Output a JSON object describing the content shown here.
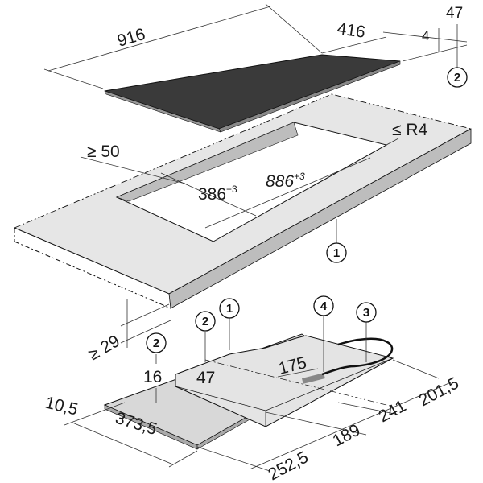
{
  "top_dims": {
    "width": "916",
    "depth": "416",
    "frame": "4",
    "height": "47"
  },
  "cutout": {
    "min_edge": "≥ 50",
    "depth": "386",
    "depth_tol": "+3",
    "width": "886",
    "width_tol": "+3",
    "radius": "≤ R4"
  },
  "worktop": {
    "min_thickness": "≥ 29"
  },
  "underside": {
    "d16": "16",
    "d47": "47",
    "d175": "175",
    "d10_5": "10,5",
    "d373_5": "373,5",
    "d252_5": "252,5",
    "d189": "189",
    "d241": "241",
    "d201_5": "201,5"
  },
  "callouts": {
    "c1": "1",
    "c2": "2",
    "c3": "3",
    "c4": "4"
  },
  "colors": {
    "glass": "#3a3a3a",
    "worktop": "#e6e6e6",
    "edge": "#bdbdbd"
  }
}
